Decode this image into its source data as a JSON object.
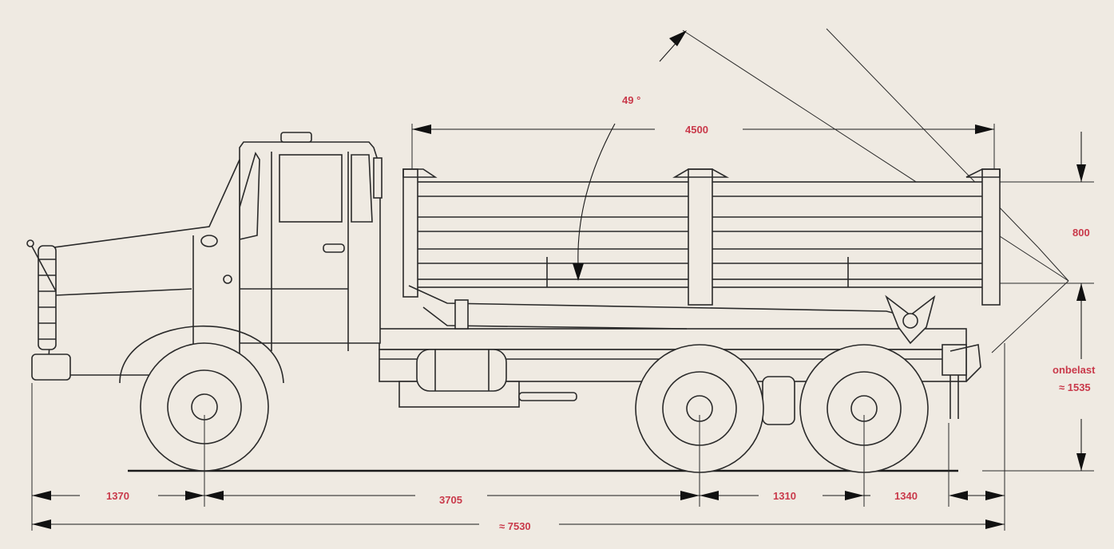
{
  "labels": {
    "dim_front_overhang": "1370",
    "dim_wheelbase": "3705",
    "dim_tandem": "1310",
    "dim_rear_overhang": "1340",
    "dim_overall": "≈ 7530",
    "dim_body_length": "4500",
    "dim_side_height": "800",
    "dim_tip_angle": "49 °",
    "dim_floor_height_label": "onbelast",
    "dim_floor_height": "≈ 1535"
  },
  "colors": {
    "background": "#efeae2",
    "linework": "#2a2a2a",
    "dimension_text": "#c9394a"
  }
}
